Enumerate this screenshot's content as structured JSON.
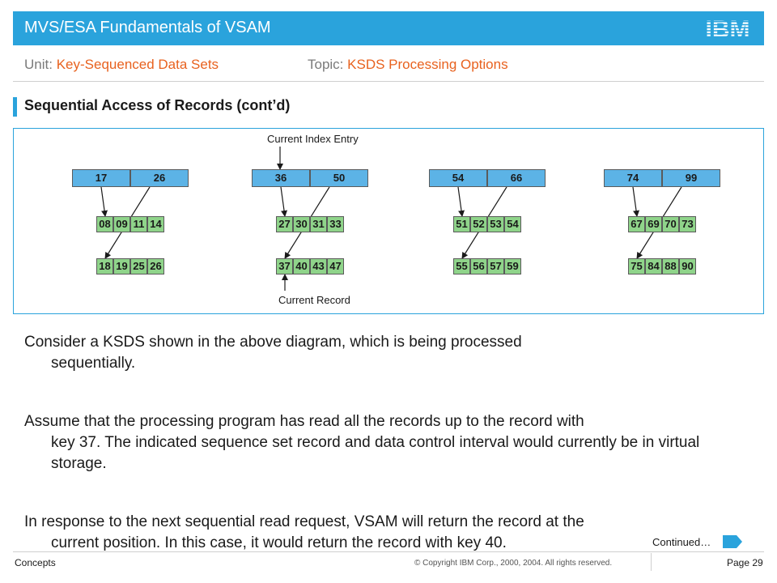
{
  "header": {
    "title": "MVS/ESA Fundamentals of VSAM",
    "logo_text": "IBM",
    "bar_color": "#2aa3dc"
  },
  "subheader": {
    "unit_label": "Unit:",
    "unit_value": "Key-Sequenced Data Sets",
    "topic_label": "Topic:",
    "topic_value": "KSDS Processing Options",
    "value_color": "#e8621f"
  },
  "page_title": "Sequential Access of Records (cont’d)",
  "diagram": {
    "label_current_index_entry": "Current Index Entry",
    "label_current_record": "Current Record",
    "index_color": "#5cb3e6",
    "data_color": "#8fd48a",
    "groups": [
      {
        "index": [
          "17",
          "26"
        ],
        "ci1": [
          "08",
          "09",
          "11",
          "14"
        ],
        "ci2": [
          "18",
          "19",
          "25",
          "26"
        ]
      },
      {
        "index": [
          "36",
          "50"
        ],
        "ci1": [
          "27",
          "30",
          "31",
          "33"
        ],
        "ci2": [
          "37",
          "40",
          "43",
          "47"
        ]
      },
      {
        "index": [
          "54",
          "66"
        ],
        "ci1": [
          "51",
          "52",
          "53",
          "54"
        ],
        "ci2": [
          "55",
          "56",
          "57",
          "59"
        ]
      },
      {
        "index": [
          "74",
          "99"
        ],
        "ci1": [
          "67",
          "69",
          "70",
          "73"
        ],
        "ci2": [
          "75",
          "84",
          "88",
          "90"
        ]
      }
    ]
  },
  "body": {
    "para1_first": "Consider a KSDS shown in the above diagram, which is being processed",
    "para1_rest": "sequentially.",
    "para2_first": "Assume that the processing program has read all the records up to the record with",
    "para2_rest": "key 37. The indicated  sequence set record and data control interval would currently be in virtual storage.",
    "para3_first": "In response to the next sequential read request, VSAM will return the record at the",
    "para3_rest": "current position. In this case, it would return the record with key 40."
  },
  "continued_label": "Continued…",
  "footer": {
    "left": "Concepts",
    "copyright": "© Copyright IBM Corp., 2000, 2004. All rights reserved.",
    "page": "Page 29"
  }
}
